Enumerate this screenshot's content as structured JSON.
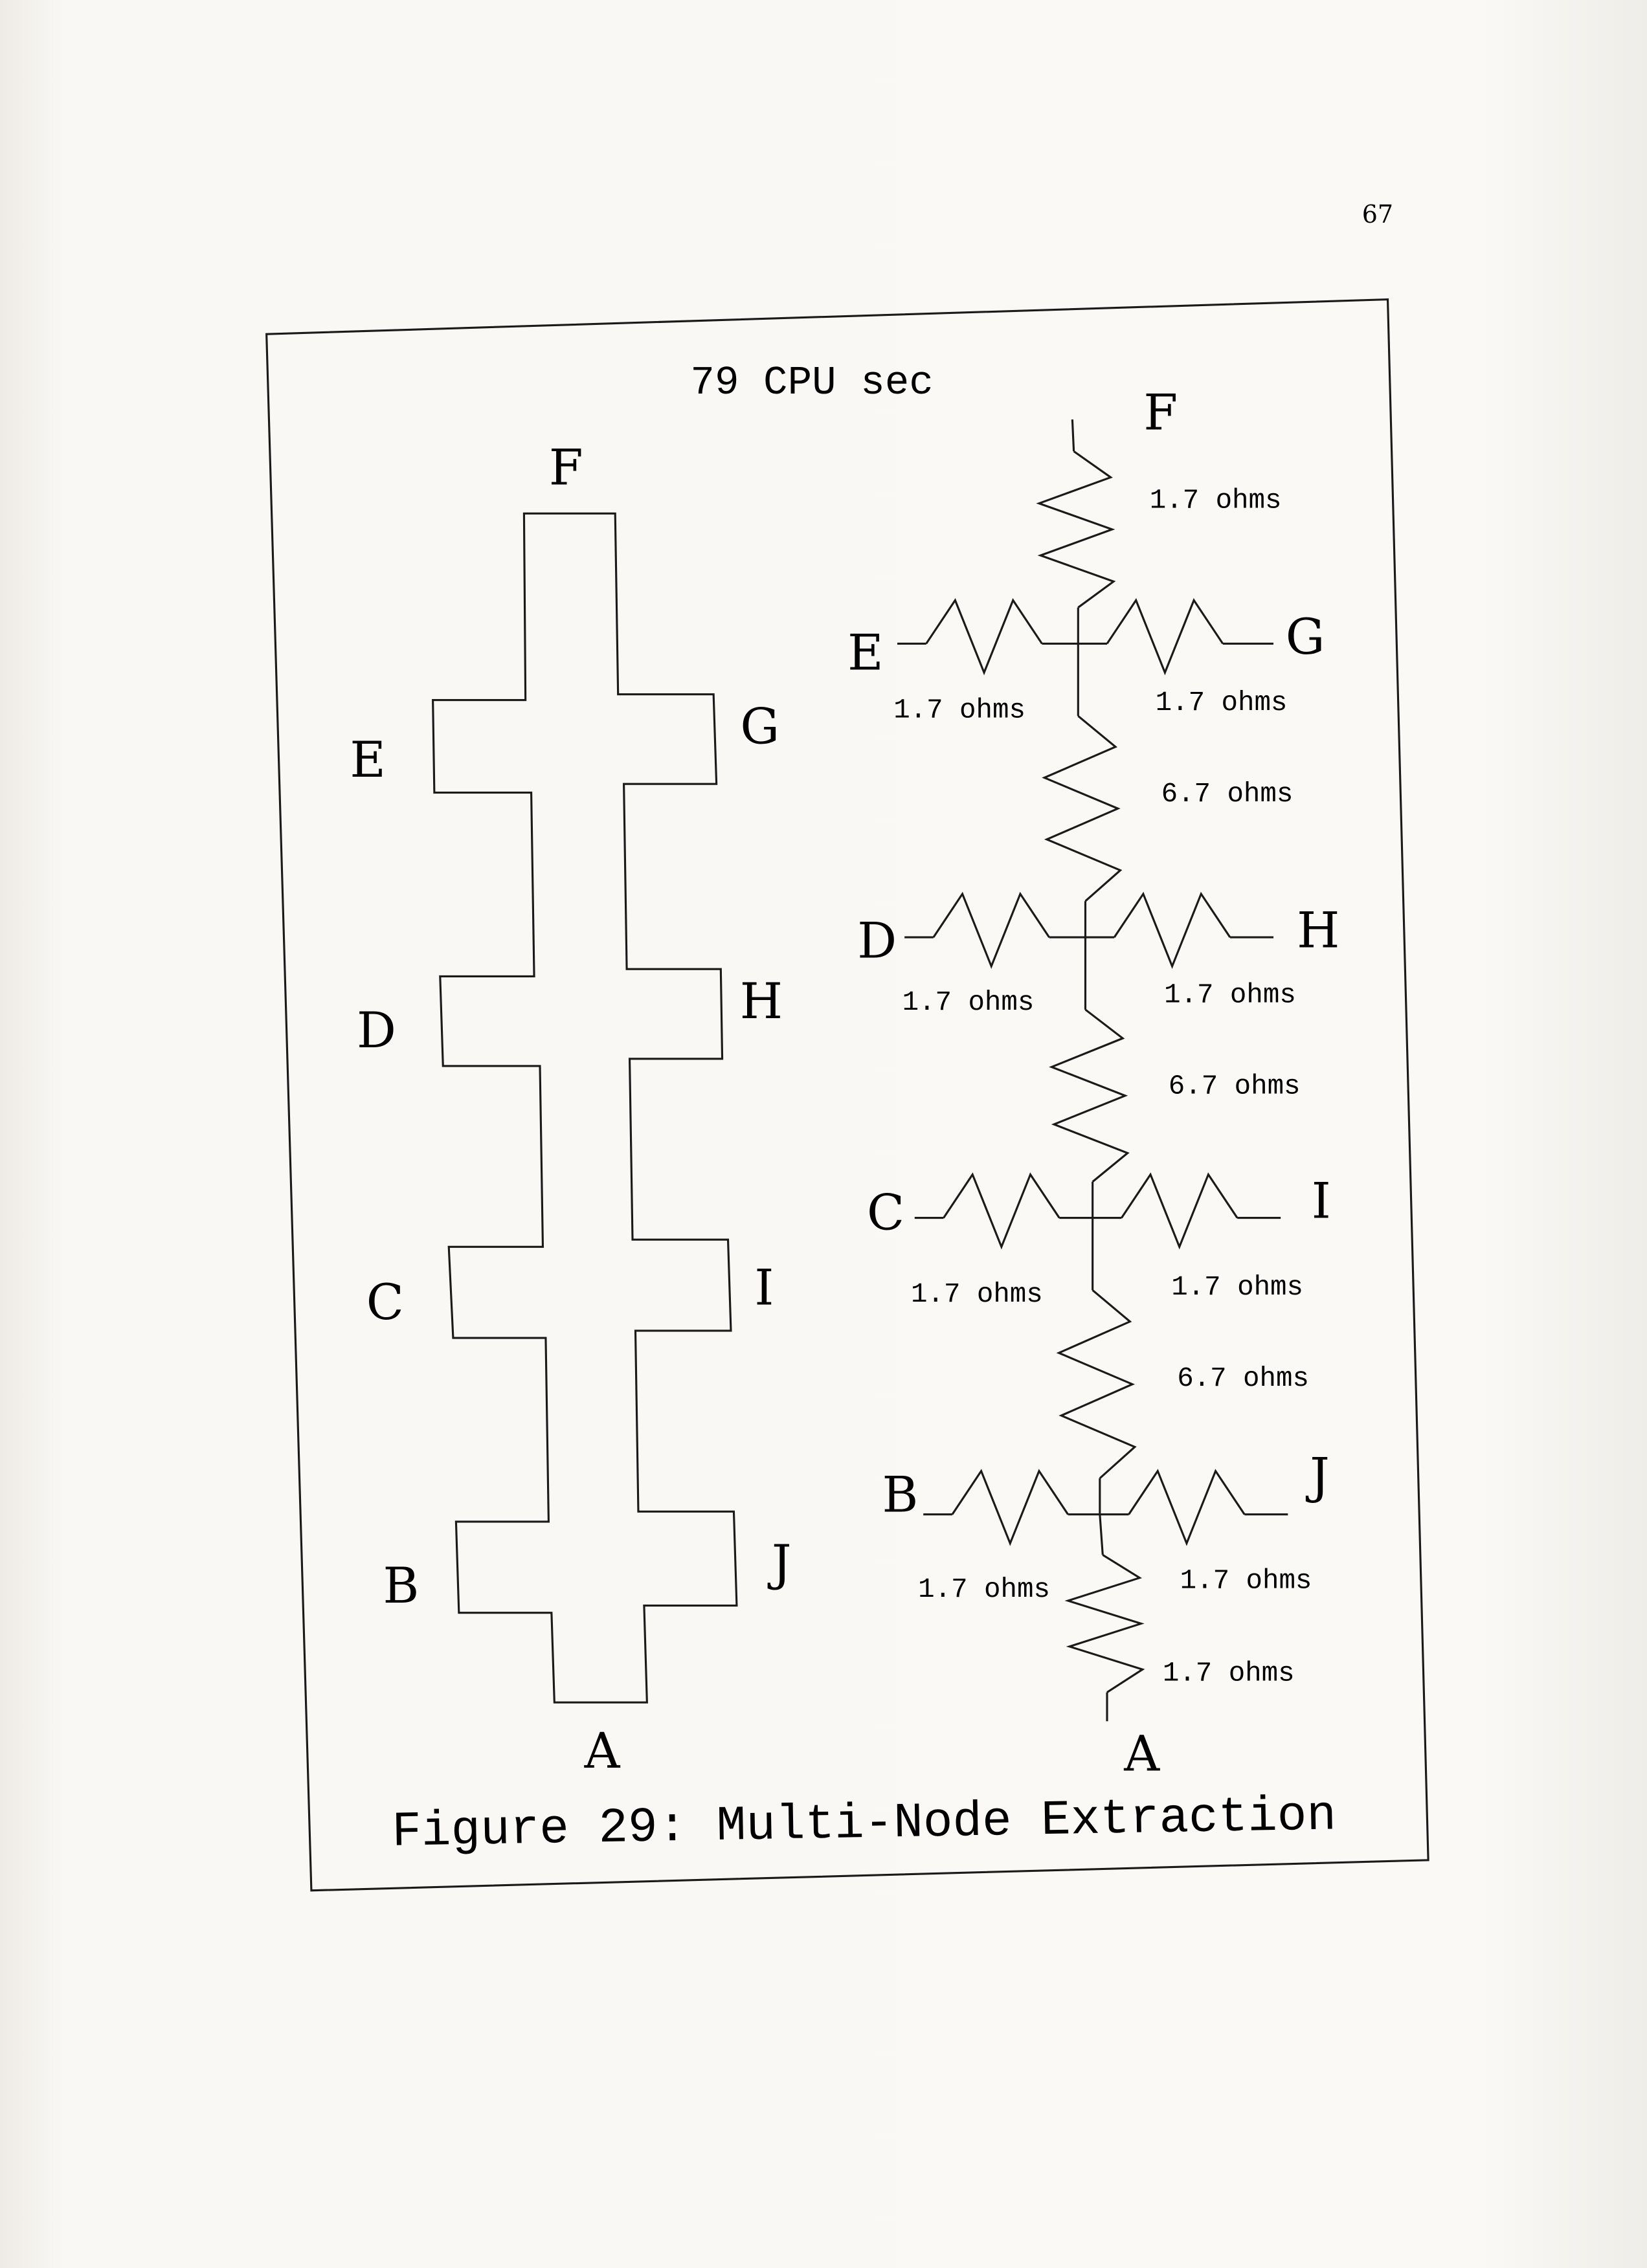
{
  "page_number": "67",
  "figure": {
    "runtime": "79 CPU sec",
    "caption": "Figure 29:  Multi-Node Extraction",
    "layout_labels": [
      "F",
      "E",
      "G",
      "D",
      "H",
      "C",
      "I",
      "B",
      "J",
      "A"
    ],
    "circuit_node_labels": [
      "F",
      "E",
      "G",
      "D",
      "H",
      "C",
      "I",
      "B",
      "J",
      "A"
    ],
    "resistor_labels": [
      "1.7 ohms",
      "1.7 ohms",
      "1.7 ohms",
      "6.7 ohms",
      "1.7 ohms",
      "1.7 ohms",
      "6.7 ohms",
      "1.7 ohms",
      "1.7 ohms",
      "6.7 ohms",
      "1.7 ohms",
      "1.7 ohms",
      "1.7 ohms"
    ]
  }
}
